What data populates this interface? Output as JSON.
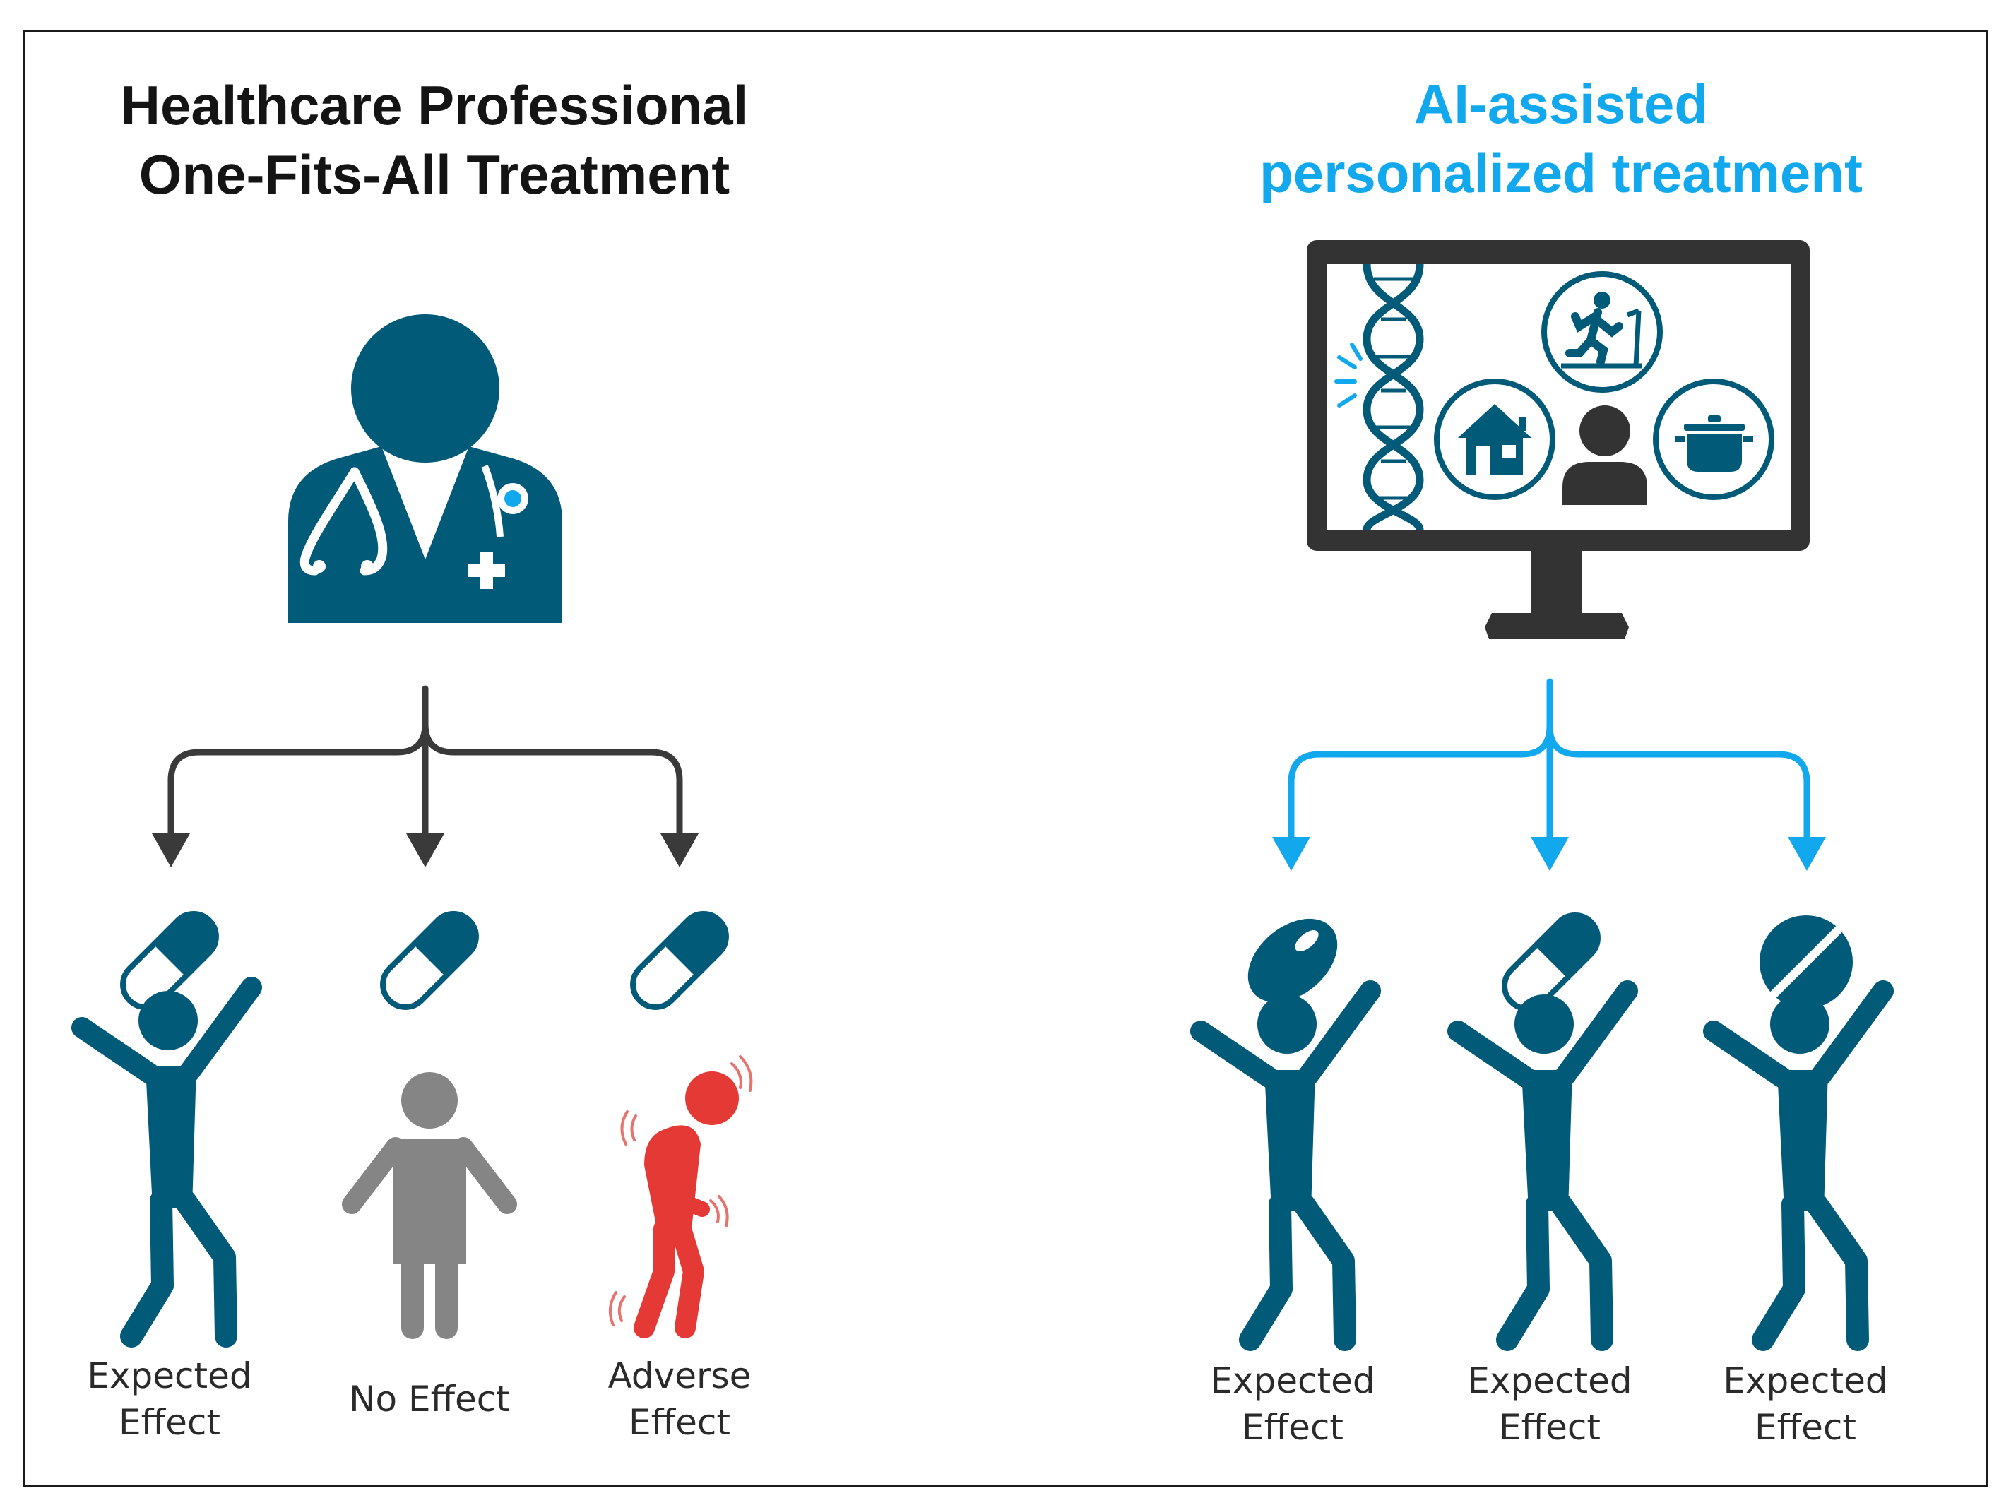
{
  "left_panel": {
    "title_lines": [
      "Healthcare Professional",
      "One-Fits-All Treatment"
    ],
    "outcomes": [
      {
        "lines": [
          "Expected",
          "Effect"
        ]
      },
      {
        "lines": [
          "No Effect"
        ]
      },
      {
        "lines": [
          "Adverse",
          "Effect"
        ]
      }
    ]
  },
  "right_panel": {
    "title_lines": [
      "AI-assisted",
      "personalized treatment"
    ],
    "outcomes": [
      {
        "lines": [
          "Expected",
          "Effect"
        ]
      },
      {
        "lines": [
          "Expected",
          "Effect"
        ]
      },
      {
        "lines": [
          "Expected",
          "Effect"
        ]
      }
    ]
  },
  "colors": {
    "primary": "#005a78",
    "accent": "#12a8ee",
    "arrow_dark": "#3a3a3a",
    "neutral": "#858585",
    "adverse": "#e53935",
    "monitor": "#333333"
  }
}
